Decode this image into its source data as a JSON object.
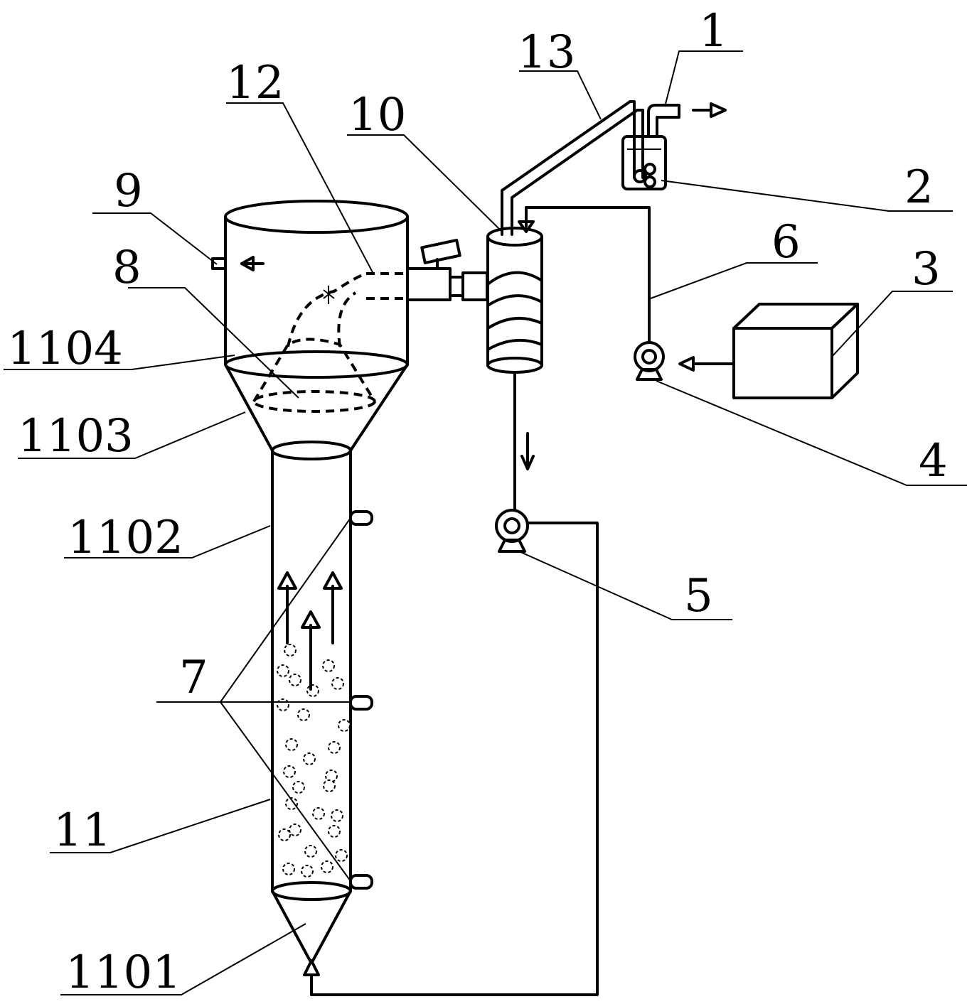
{
  "labels": {
    "l1": "1",
    "l2": "2",
    "l3": "3",
    "l4": "4",
    "l5": "5",
    "l6": "6",
    "l7": "7",
    "l8": "8",
    "l9": "9",
    "l10": "10",
    "l11": "11",
    "l12": "12",
    "l13": "13",
    "l1101": "1101",
    "l1102": "1102",
    "l1103": "1103",
    "l1104": "1104"
  }
}
